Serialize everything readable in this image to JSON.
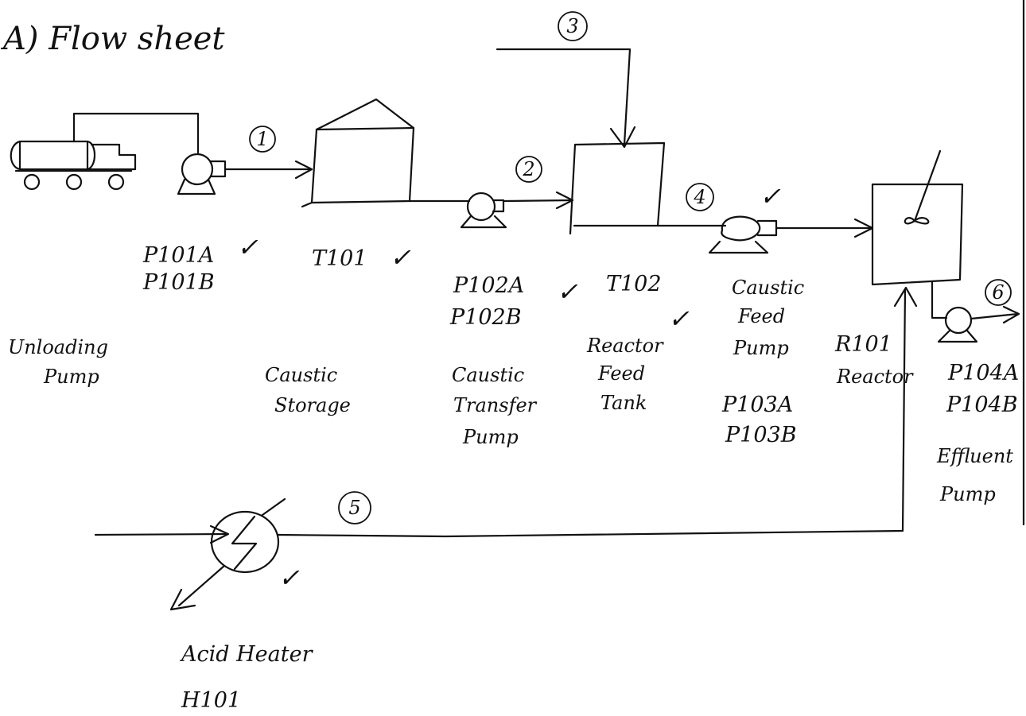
{
  "diagram": {
    "title": "A)   Flow   sheet",
    "stream_numbers": [
      "1",
      "2",
      "3",
      "4",
      "5",
      "6"
    ],
    "check_mark": "✓",
    "equipment": [
      {
        "id": "P101",
        "tags": [
          "P101A",
          "P101B"
        ],
        "name_lines": [
          "Unloading",
          "Pump"
        ]
      },
      {
        "id": "T101",
        "tags": [
          "T101"
        ],
        "name_lines": [
          "Caustic",
          "Storage"
        ]
      },
      {
        "id": "P102",
        "tags": [
          "P102A",
          "P102B"
        ],
        "name_lines": [
          "Caustic",
          "Transfer",
          "Pump"
        ]
      },
      {
        "id": "T102",
        "tags": [
          "T102"
        ],
        "name_lines": [
          "Reactor",
          "Feed",
          "Tank"
        ]
      },
      {
        "id": "P103",
        "tags": [
          "P103A",
          "P103B"
        ],
        "name_lines": [
          "Caustic",
          "Feed",
          "Pump"
        ]
      },
      {
        "id": "R101",
        "tags": [
          "R101"
        ],
        "name_lines": [
          "Reactor"
        ]
      },
      {
        "id": "P104",
        "tags": [
          "P104A",
          "P104B"
        ],
        "name_lines": [
          "Effluent",
          "Pump"
        ]
      },
      {
        "id": "H101",
        "tags": [
          "H101"
        ],
        "name_lines": [
          "Acid Heater"
        ]
      }
    ]
  }
}
